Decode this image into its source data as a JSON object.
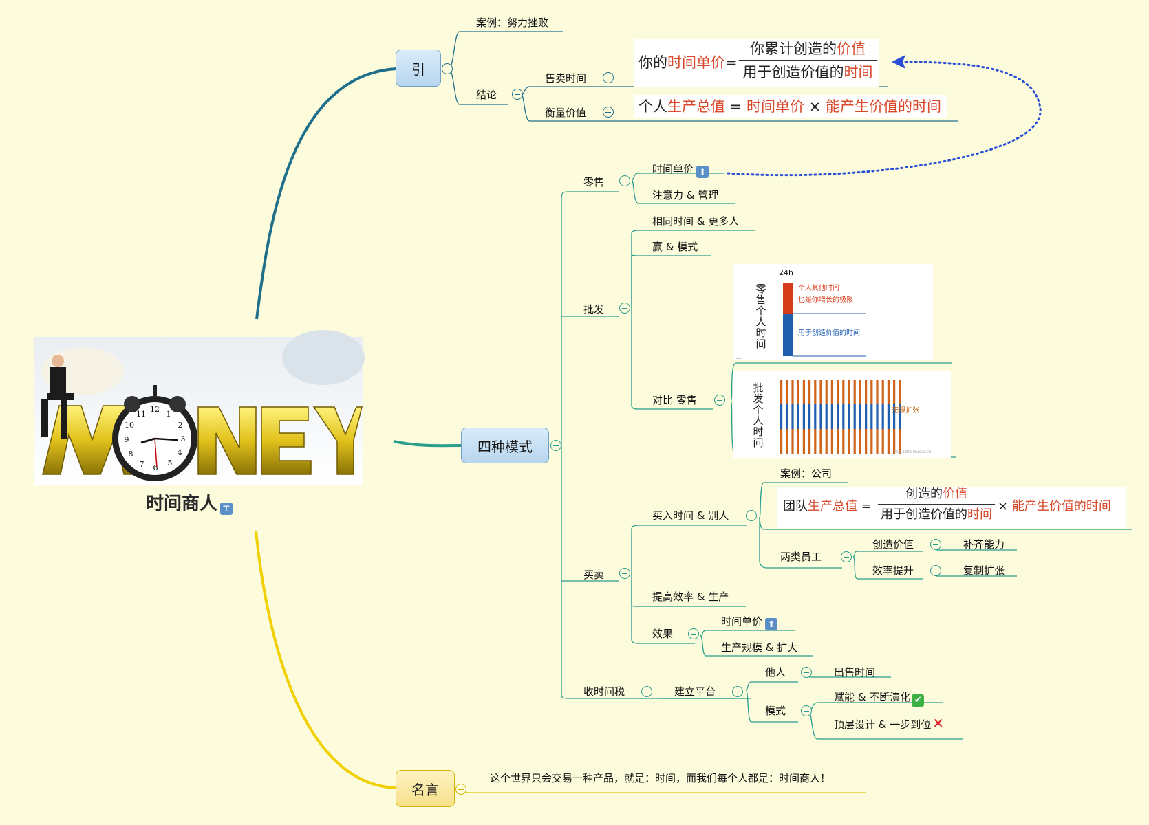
{
  "central": {
    "title": "时间商人",
    "badge_icon": "top-icon",
    "image_text": "MONEY"
  },
  "colors": {
    "branch_intro": "#1f6f8b",
    "branch_modes": "#2a9d8f",
    "branch_quote": "#f0d000",
    "highlight_red": "#d84a2b",
    "arrow_blue": "#2a4fd6"
  },
  "intro": {
    "label": "引",
    "case": "案例：努力挫败",
    "conclusion": "结论",
    "sell_time": "售卖时间",
    "measure_value": "衡量价值",
    "formula1": {
      "prefix": "你的",
      "red": "时间单价",
      "eq": "=",
      "num_a": "你累计创造的",
      "num_b": "价值",
      "den_a": "用于创造价值的",
      "den_b": "时间"
    },
    "formula2": {
      "a": "个人",
      "b": "生产总值",
      "c": "=",
      "d": "时间单价",
      "e": "×",
      "f": "能产生价值的时间"
    }
  },
  "modes": {
    "label": "四种模式",
    "retail": {
      "label": "零售",
      "items": [
        "时间单价",
        "注意力 & 管理"
      ]
    },
    "wholesale": {
      "label": "批发",
      "items": [
        "相同时间 & 更多人",
        "赢 & 模式"
      ],
      "compare": "对比 零售",
      "retail_chart": {
        "vlabel": "零售个人时间",
        "top": "24h",
        "legend1": "个人其他时间",
        "legend2": "也是你增长的极限",
        "legend3": "用于创造价值的时间"
      },
      "wholesale_chart": {
        "vlabel": "批发个人时间",
        "legend": "······ 无限扩张",
        "foot": "mp.18f.qlxuexi.cn"
      }
    },
    "trade": {
      "label": "买卖",
      "buy": "买入时间 & 别人",
      "case": "案例：公司",
      "formula": {
        "a": "团队",
        "b": "生产总值",
        "c": "=",
        "num_a": "创造的",
        "num_b": "价值",
        "den_a": "用于创造价值的",
        "den_b": "时间",
        "x": "×",
        "f": "能产生价值的时间"
      },
      "two_types": "两类员工",
      "create": "创造价值",
      "fill": "补齐能力",
      "efficiency": "效率提升",
      "copy": "复制扩张",
      "improve": "提高效率 & 生产",
      "effect": "效果",
      "effect_items": [
        "时间单价",
        "生产规模 & 扩大"
      ]
    },
    "tax": {
      "label": "收时间税",
      "platform": "建立平台",
      "others": "他人",
      "sell": "出售时间",
      "mode": "模式",
      "mode_items": [
        "赋能 & 不断演化",
        "顶层设计 & 一步到位"
      ]
    }
  },
  "quote": {
    "label": "名言",
    "text": "这个世界只会交易一种产品，就是：时间，而我们每个人都是：时间商人！"
  }
}
